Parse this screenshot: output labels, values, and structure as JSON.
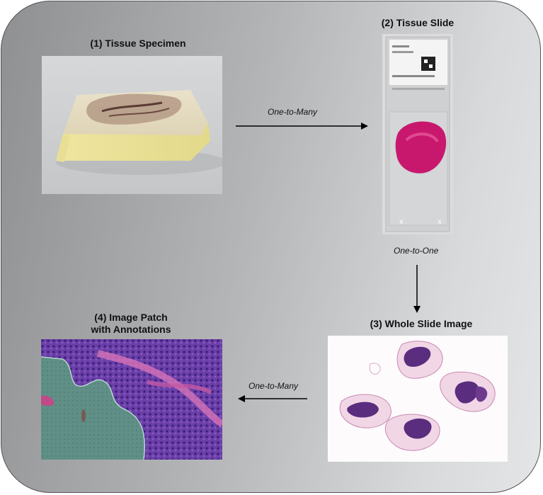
{
  "titles": {
    "specimen": "(1) Tissue Specimen",
    "slide": "(2) Tissue Slide",
    "wsi": "(3) Whole Slide Image",
    "patch_line1": "(4) Image Patch",
    "patch_line2": "with Annotations"
  },
  "relations": {
    "specimen_to_slide": "One-to-Many",
    "slide_to_wsi": "One-to-One",
    "wsi_to_patch": "One-to-Many"
  }
}
